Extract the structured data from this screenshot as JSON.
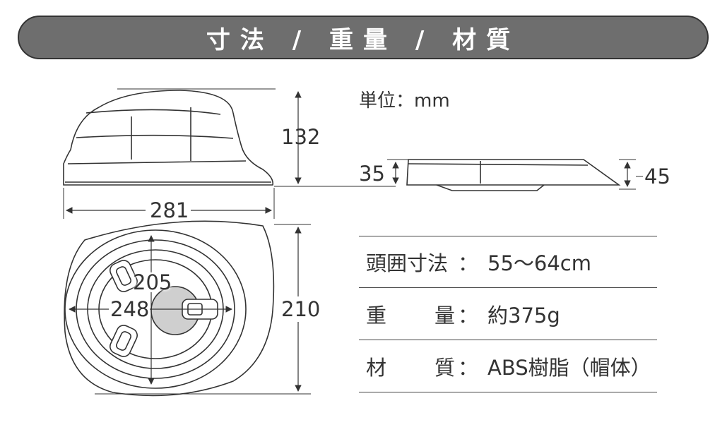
{
  "title": "寸法 / 重量 / 材質",
  "unit": "単位：mm",
  "dimensions": {
    "height_total": "132",
    "height_folded": "35",
    "height_folded_edge": "45",
    "width": "281",
    "inner_length": "205",
    "inner_width": "248",
    "depth": "210"
  },
  "specs": [
    {
      "label_a": "頭囲寸法",
      "label_b": "",
      "value": "55～64cm"
    },
    {
      "label_a": "重",
      "label_b": "量",
      "value": "約375g"
    },
    {
      "label_a": "材",
      "label_b": "質",
      "value": "ABS樹脂（帽体）"
    }
  ],
  "colors": {
    "banner": "#6e6e6e",
    "line": "#333333",
    "gray_fill": "#cfcfcf"
  }
}
